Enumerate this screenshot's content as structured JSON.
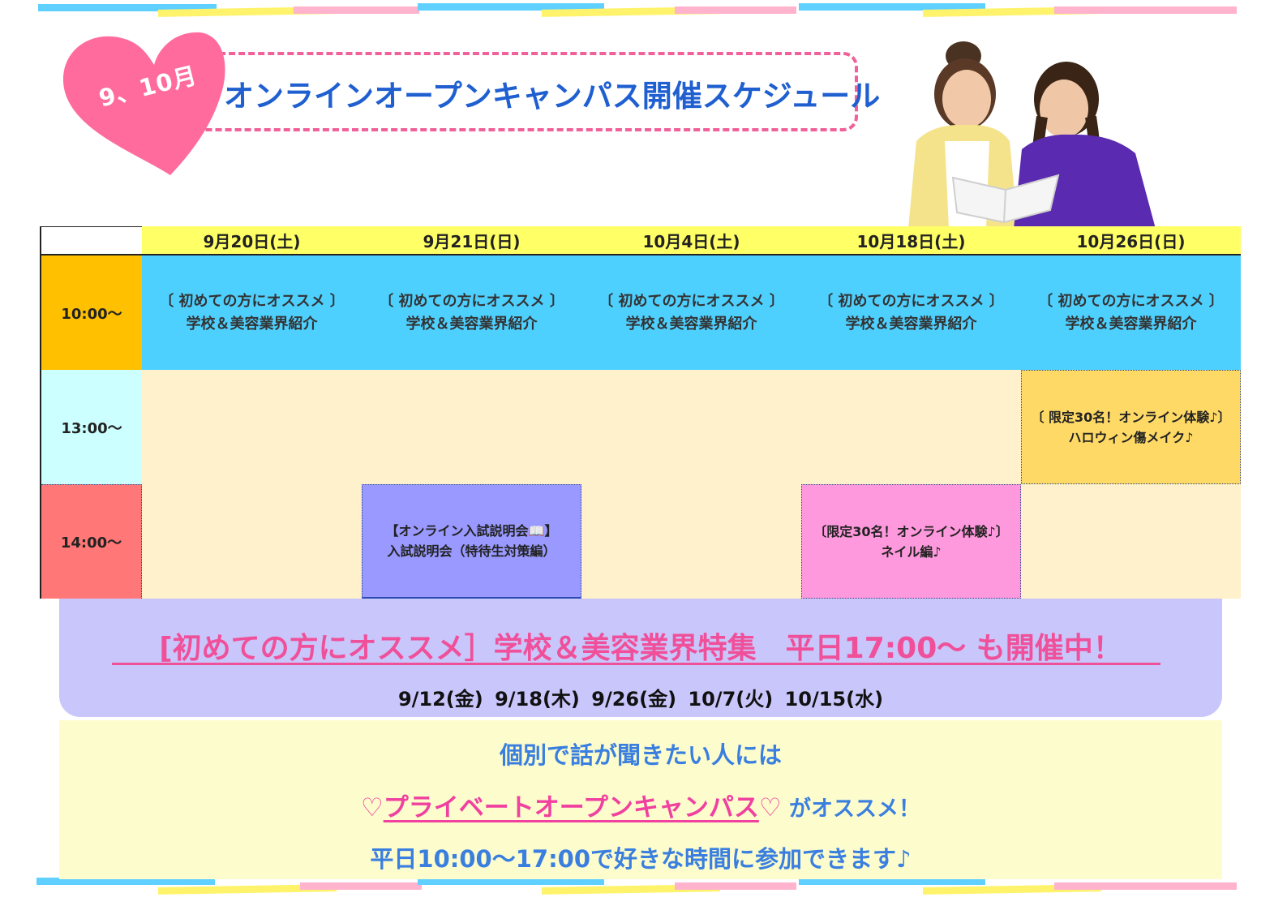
{
  "heading": {
    "badge": "9、10月",
    "title": "オンラインオープンキャンパス開催スケジュール"
  },
  "schedule": {
    "dates": [
      "9月20日(土)",
      "9月21日(日)",
      "10月4日(土)",
      "10月18日(土)",
      "10月26日(日)"
    ],
    "times": [
      "10:00～",
      "13:00～",
      "14:00～"
    ],
    "row1_event": {
      "line1": "〔 初めての方にオススメ 〕",
      "line2": "学校＆美容業界紹介"
    },
    "halloween": {
      "line1": "〔 限定30名！オンライン体験♪〕",
      "line2": "ハロウィン傷メイク♪"
    },
    "exam": {
      "line1": "【オンライン入試説明会📖】",
      "line2": "入試説明会（特待生対策編）"
    },
    "nail": {
      "line1": "〔限定30名！オンライン体験♪〕",
      "line2": "ネイル編♪"
    }
  },
  "banner": {
    "title": "[初めての方にオススメ］学校＆美容業界特集　平日17:00～ も開催中！",
    "dates": "9/12(金)  9/18(木)  9/26(金)  10/7(火)  10/15(水)"
  },
  "private": {
    "line1": "個別で話が聞きたい人には",
    "heart_left": "♡",
    "name": "プライベートオープンキャンパス",
    "heart_right": "♡",
    "suffix": " がオススメ！",
    "line3": "平日10:00～17:00で好きな時間に参加できます♪"
  },
  "colors": {
    "row1": "#4ed0ff",
    "cream": "#fff1cc",
    "time1": "#ffc000",
    "time2": "#ccffff",
    "time3": "#ff7777",
    "header_bg": "#ffff66",
    "halloween": "#ffd966",
    "exam": "#9999ff",
    "nail": "#ff99dd"
  }
}
